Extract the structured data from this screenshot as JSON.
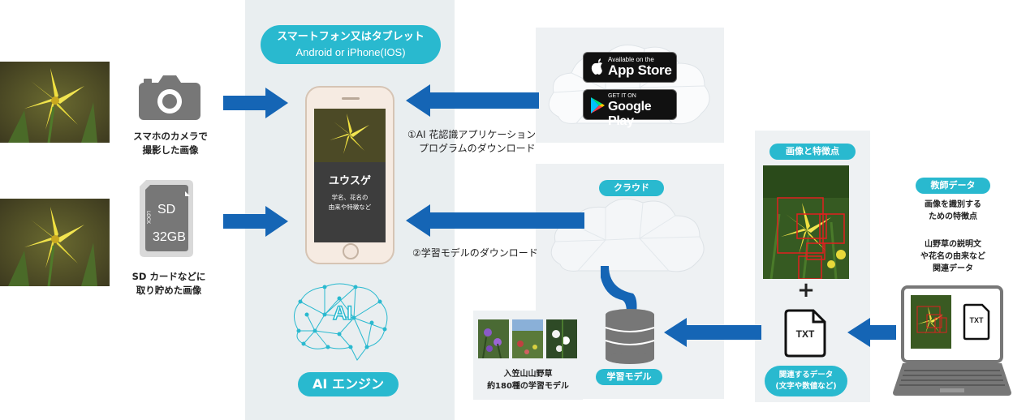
{
  "device_bubble": {
    "line1": "スマートフォン又はタブレット",
    "line2": "Android or iPhone(IOS)"
  },
  "camera_caption": {
    "line1": "スマホのカメラで",
    "line2": "撮影した画像"
  },
  "sd_caption": {
    "line1": "SD カードなどに",
    "line2": "取り貯めた画像"
  },
  "sd_card": {
    "lock": "LOCK",
    "label": "SD",
    "capacity": "32GB"
  },
  "phone_screen": {
    "flower_name": "ユウスゲ",
    "info_line1": "学名、花名の",
    "info_line2": "由来や特徴など"
  },
  "app_store": {
    "top": "Available on the",
    "main": "App Store"
  },
  "google_play": {
    "top": "GET IT ON",
    "main": "Google Play"
  },
  "download_app": {
    "line1": "①AI 花認識アプリケーション",
    "line2": "プログラムのダウンロード"
  },
  "download_model": "②学習モデルのダウンロード",
  "ai_engine": "AI エンジン",
  "ai_brain_text": "AI",
  "cloud_label": "クラウド",
  "learning_model_label": "学習モデル",
  "model_caption": {
    "line1": "入笠山山野草",
    "line2": "約180種の学習モデル"
  },
  "image_features_label": "画像と特徴点",
  "plus": "+",
  "txt": "TXT",
  "related_data": {
    "line1": "関連するデータ",
    "line2": "(文字や数値など)"
  },
  "teacher_data": {
    "label": "教師データ",
    "desc1_line1": "画像を識別する",
    "desc1_line2": "ための特徴点",
    "desc2_line1": "山野草の説明文",
    "desc2_line2": "や花名の由来など",
    "desc2_line3": "関連データ"
  },
  "colors": {
    "accent": "#29b9cf",
    "arrow": "#1565b5",
    "panel": "#e9eef0",
    "highlight": "#e02020"
  }
}
